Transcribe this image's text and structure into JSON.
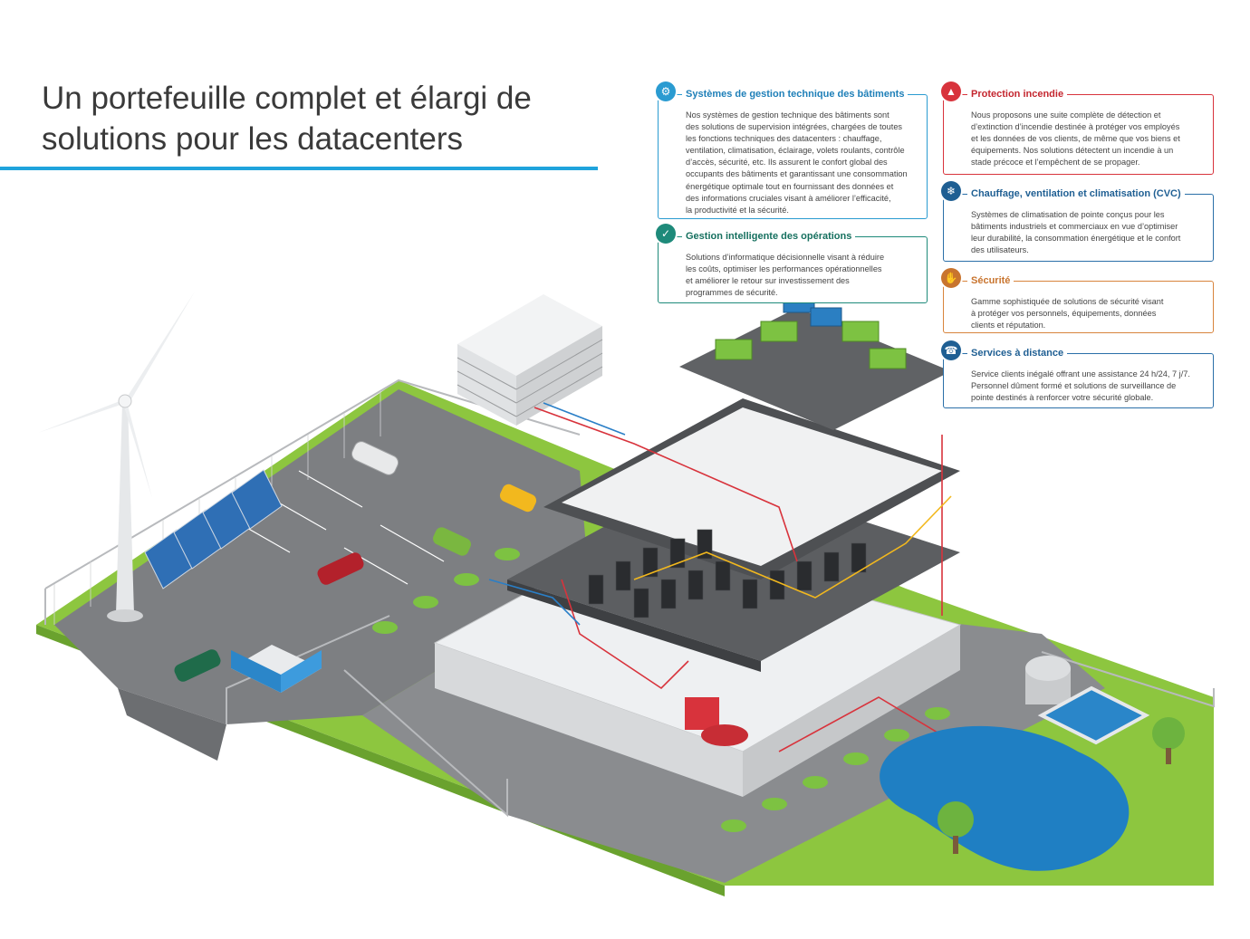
{
  "title": {
    "line1": "Un portefeuille complet et élargi de",
    "line2": "solutions pour les datacenters"
  },
  "colors": {
    "accent_rule": "#1fa3dc",
    "bms": "#2a9bd1",
    "operations": "#1e8a7a",
    "fire": "#d8333c",
    "hvac": "#2a6fa8",
    "security": "#d8843c",
    "remote": "#2a6fa8"
  },
  "panels": {
    "bms": {
      "icon": "gears-icon",
      "title": "Systèmes de gestion technique des bâtiments",
      "lines": [
        "Nos systèmes de gestion technique des bâtiments sont",
        "des solutions de supervision intégrées, chargées de toutes",
        "les fonctions techniques des datacenters : chauffage,",
        "ventilation, climatisation, éclairage, volets roulants, contrôle",
        "d’accès, sécurité, etc. Ils assurent le confort global des",
        "occupants des bâtiments et garantissant une consommation",
        "énergétique optimale tout en fournissant des données et",
        "des informations cruciales visant à améliorer l’efficacité,",
        "la productivité et la sécurité."
      ]
    },
    "operations": {
      "icon": "shield-check-icon",
      "title": "Gestion intelligente des opérations",
      "lines": [
        "Solutions d’informatique décisionnelle visant à réduire",
        "les coûts, optimiser les performances opérationnelles",
        "et améliorer le retour sur investissement des",
        "programmes de sécurité."
      ]
    },
    "fire": {
      "icon": "flame-icon",
      "title": "Protection incendie",
      "lines": [
        "Nous proposons une suite complète de détection et",
        "d’extinction d’incendie destinée à protéger vos employés",
        "et les données de vos clients, de même que vos biens et",
        "équipements. Nos solutions détectent un incendie à un",
        "stade précoce et l’empêchent de se propager."
      ]
    },
    "hvac": {
      "icon": "snowflake-icon",
      "title": "Chauffage, ventilation et climatisation (CVC)",
      "lines": [
        "Systèmes de climatisation de pointe conçus pour les",
        "bâtiments industriels et commerciaux en vue d’optimiser",
        "leur durabilité, la consommation énergétique et le confort",
        "des utilisateurs."
      ]
    },
    "security": {
      "icon": "hand-icon",
      "title": "Sécurité",
      "lines": [
        "Gamme sophistiquée de solutions de sécurité visant",
        "à protéger vos personnels, équipements, données",
        "clients et réputation."
      ]
    },
    "remote": {
      "icon": "headset-icon",
      "title": "Services à distance",
      "lines": [
        "Service clients inégalé offrant une assistance 24 h/24, 7 j/7.",
        "Personnel dûment formé et solutions de surveillance de",
        "pointe destinés à renforcer votre sécurité globale."
      ]
    }
  }
}
